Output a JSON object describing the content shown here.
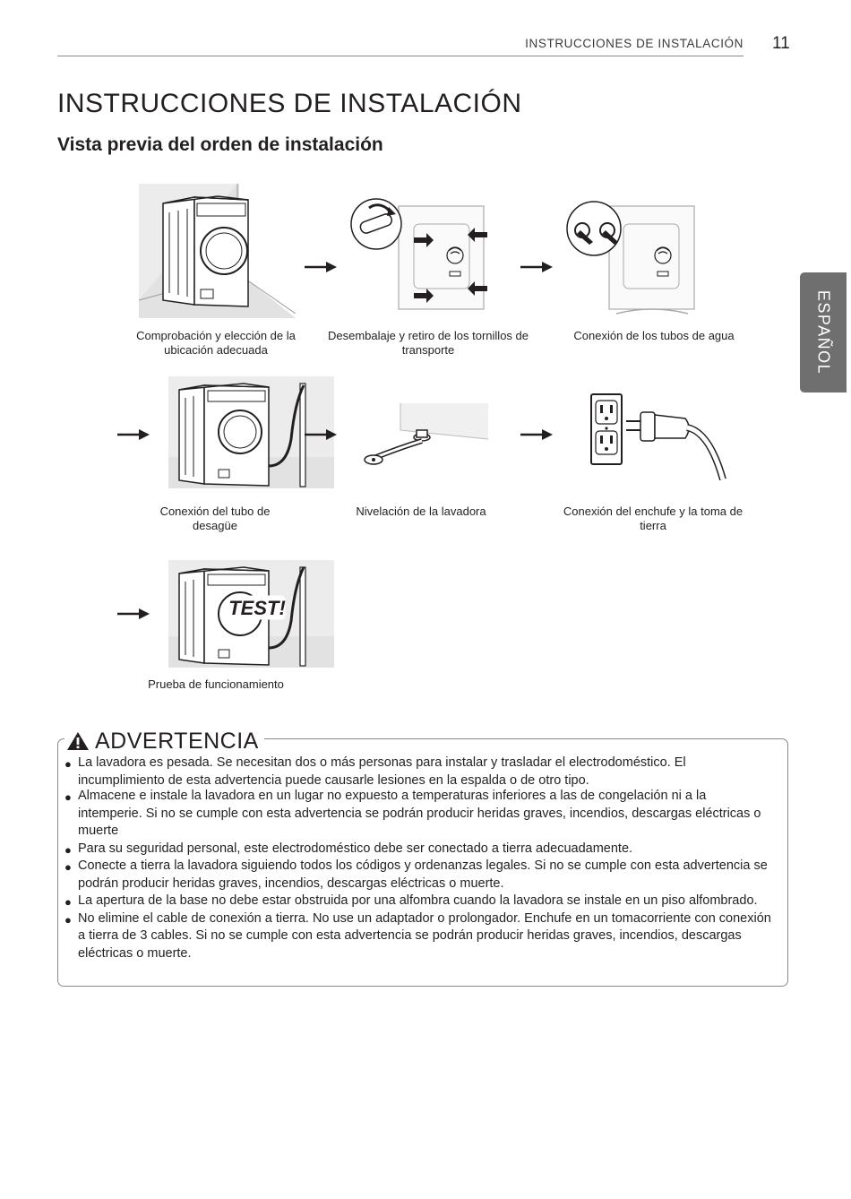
{
  "header": {
    "running_title": "INSTRUCCIONES DE INSTALACIÓN",
    "page_number": "11"
  },
  "side_tab": {
    "label": "ESPAÑOL"
  },
  "title": "INSTRUCCIONES DE INSTALACIÓN",
  "subtitle": "Vista previa del orden de instalación",
  "steps": [
    {
      "caption": "Comprobación y elección de la ubicación adecuada"
    },
    {
      "caption": "Desembalaje y retiro de los tornillos de transporte"
    },
    {
      "caption": "Conexión de los tubos de agua"
    },
    {
      "caption": "Conexión del tubo de desagüe"
    },
    {
      "caption": "Nivelación de la lavadora"
    },
    {
      "caption": "Conexión del enchufe y la toma de tierra"
    },
    {
      "caption": "Prueba de funcionamiento",
      "badge": "TEST!"
    }
  ],
  "warning": {
    "title": "ADVERTENCIA",
    "icon": "warning-triangle-icon",
    "items": [
      "La lavadora es pesada. Se necesitan dos o más personas para instalar y trasladar el electrodoméstico. El incumplimiento de esta advertencia puede causarle lesiones en la espalda o de otro tipo.",
      "Almacene e instale la lavadora en un lugar no expuesto a temperaturas inferiores a las de congelación ni a la intemperie. Si no se cumple con esta advertencia se podrán producir heridas graves, incendios, descargas eléctricas o muerte",
      "Para su seguridad personal, este electrodoméstico debe ser conectado a tierra adecuadamente.",
      "Conecte a tierra la lavadora siguiendo todos los códigos y ordenanzas legales. Si no se cumple con esta advertencia se podrán producir heridas graves, incendios, descargas eléctricas o muerte.",
      "La apertura de la base no debe estar obstruida por una alfombra cuando la lavadora se instale en un piso alfombrado.",
      "No elimine el cable de conexión a tierra. No use un adaptador o prolongador. Enchufe en un tomacorriente con conexión a tierra de 3 cables. Si no se cumple con esta advertencia se podrán producir heridas graves, incendios, descargas eléctricas o muerte."
    ]
  }
}
